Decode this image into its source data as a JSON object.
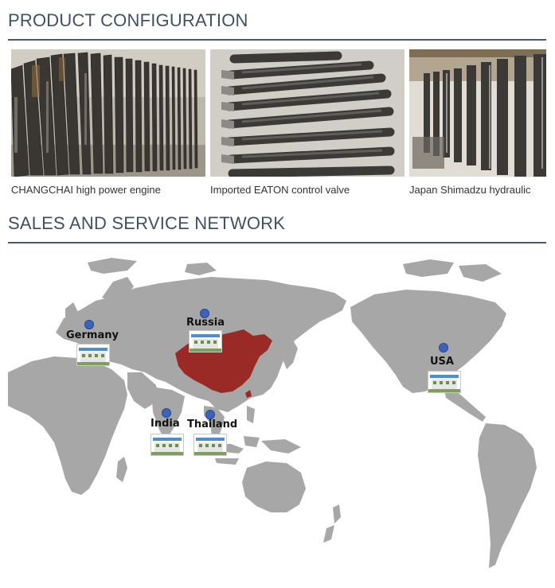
{
  "config": {
    "title": "PRODUCT CONFIGURATION",
    "items": [
      {
        "caption": "CHANGCHAI high power engine"
      },
      {
        "caption": "Imported EATON control valve"
      },
      {
        "caption": "Japan Shimadzu hydraulic"
      }
    ]
  },
  "network": {
    "title": "SALES AND SERVICE NETWORK",
    "locations": [
      {
        "name": "Germany"
      },
      {
        "name": "Russia"
      },
      {
        "name": "USA"
      },
      {
        "name": "India"
      },
      {
        "name": "Thailand"
      }
    ]
  },
  "colors": {
    "title": "#3f5163",
    "land": "#a7a7a7",
    "highlight": "#9a2a25",
    "pin": "#3c63b5"
  }
}
